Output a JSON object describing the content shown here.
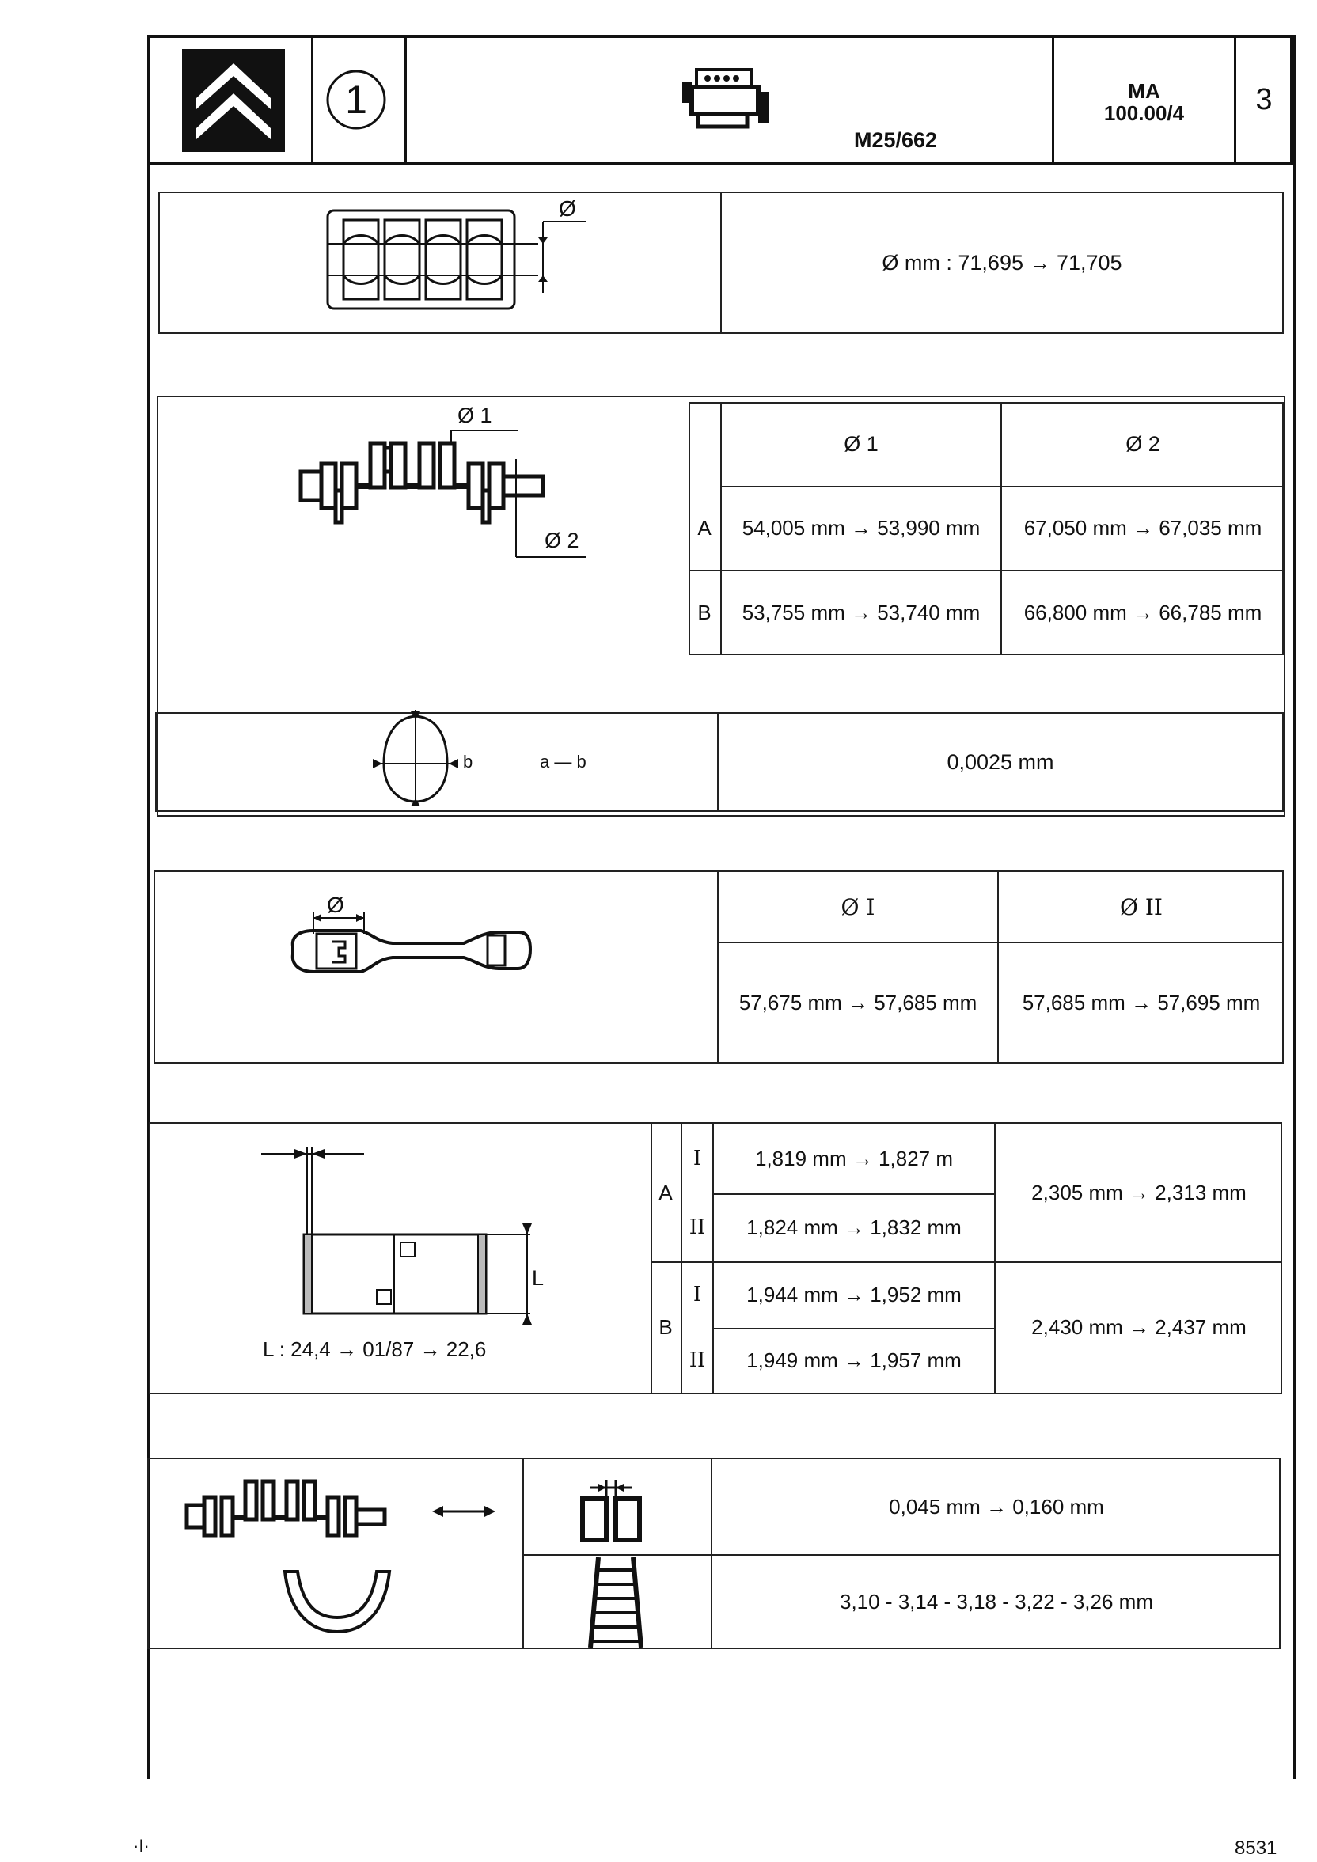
{
  "header": {
    "logo_icon": "citroen-double-chevron-icon",
    "section_number": "1",
    "engine_icon": "engine-block-icon",
    "engine_code": "M25/662",
    "manual_ref_line1": "MA",
    "manual_ref_line2": "100.00/4",
    "page_number": "3"
  },
  "block_bore": {
    "diameter_symbol": "Ø",
    "value": "Ø mm : 71,695 → 71,705"
  },
  "crankshaft_journals": {
    "label_d1": "Ø 1",
    "label_d2": "Ø 2",
    "col_headers": [
      "Ø 1",
      "Ø 2"
    ],
    "rows": [
      {
        "grade": "A",
        "d1": "54,005 mm → 53,990 mm",
        "d2": "67,050 mm → 67,035 mm"
      },
      {
        "grade": "B",
        "d1": "53,755 mm → 53,740 mm",
        "d2": "66,800 mm → 66,785 mm"
      }
    ]
  },
  "ovality": {
    "label_b": "b",
    "formula": "a — b",
    "value": "0,0025 mm"
  },
  "connecting_rod": {
    "diameter_symbol": "Ø",
    "col_headers": [
      "Ø I",
      "Ø II"
    ],
    "values": [
      "57,675 mm → 57,685 mm",
      "57,685 mm → 57,695 mm"
    ]
  },
  "bearing_shells": {
    "length_label": "L",
    "length_note": "L : 24,4 → 01/87 → 22,6",
    "groups": [
      {
        "grade": "A",
        "rows": [
          {
            "roman": "I",
            "value": "1,819 mm → 1,827 m"
          },
          {
            "roman": "II",
            "value": "1,824 mm → 1,832 mm"
          }
        ],
        "combined": "2,305 mm → 2,313 mm"
      },
      {
        "grade": "B",
        "rows": [
          {
            "roman": "I",
            "value": "1,944 mm → 1,952 mm"
          },
          {
            "roman": "II",
            "value": "1,949 mm → 1,957 mm"
          }
        ],
        "combined": "2,430 mm → 2,437 mm"
      }
    ]
  },
  "end_float": {
    "play_value": "0,045 mm → 0,160 mm",
    "thrust_washers": "3,10 - 3,14 - 3,18 - 3,22 - 3,26 mm"
  },
  "footer": {
    "left_mark": "·I·",
    "right_code": "8531"
  }
}
